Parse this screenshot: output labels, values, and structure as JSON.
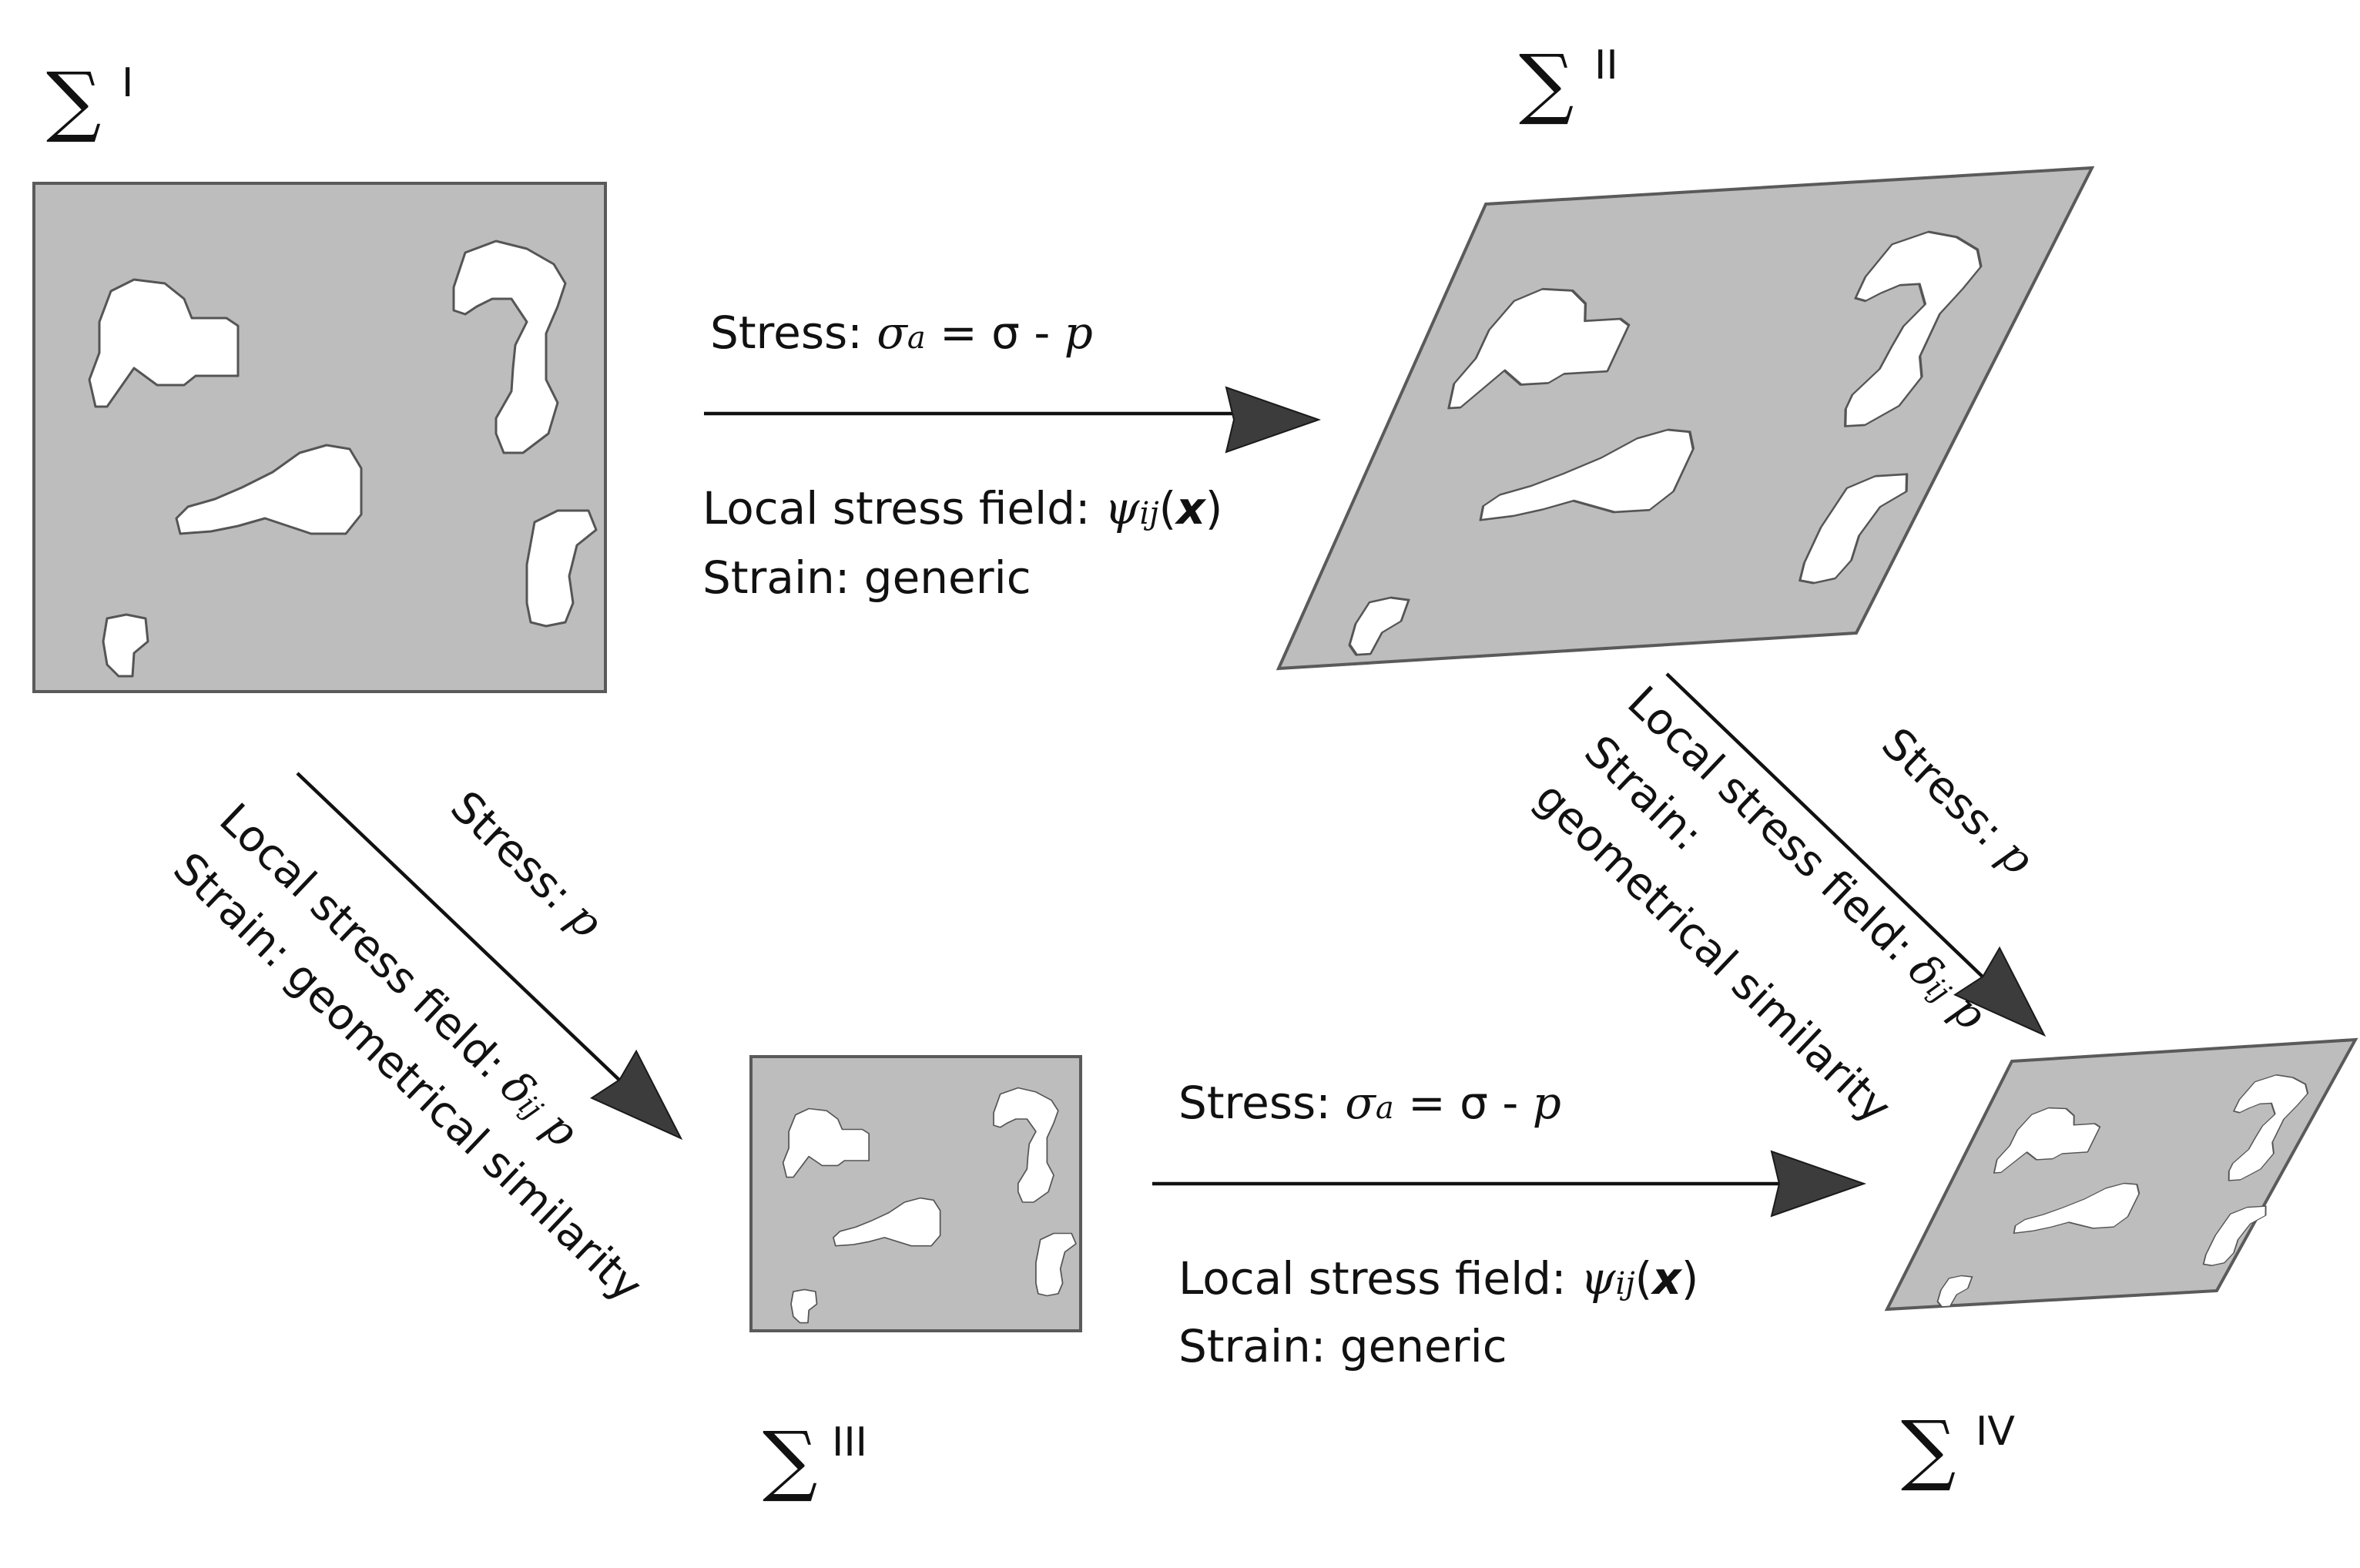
{
  "states": {
    "s1": {
      "symbol": "∑",
      "sup": "I"
    },
    "s2": {
      "symbol": "∑",
      "sup": "II"
    },
    "s3": {
      "symbol": "∑",
      "sup": "III"
    },
    "s4": {
      "symbol": "∑",
      "sup": "IV"
    }
  },
  "transitions": {
    "top": {
      "stress_prefix": "Stress: ",
      "sigma": "σ",
      "sigma_sub": "a",
      "stress_rhs": " = σ - ",
      "p": "p",
      "field_prefix": "Local stress field: ",
      "psi": "ψ",
      "psi_sub": "ij",
      "x_open": "(",
      "x": "x",
      "x_close": ")",
      "strain": "Strain: generic"
    },
    "bottom": {
      "stress_prefix": "Stress: ",
      "sigma": "σ",
      "sigma_sub": "a",
      "stress_rhs": " = σ - ",
      "p": "p",
      "field_prefix": "Local stress field: ",
      "psi": "ψ",
      "psi_sub": "ij",
      "x_open": "(",
      "x": "x",
      "x_close": ")",
      "strain": "Strain: generic"
    },
    "left_diag": {
      "stress_prefix": "Stress: ",
      "p": "p",
      "field_prefix": "Local stress field: ",
      "delta": "δ",
      "delta_sub": "ij",
      "p2": " p",
      "strain": "Strain: geometrical similarity"
    },
    "right_diag": {
      "stress_prefix": "Stress: ",
      "p": "p",
      "field_prefix": "Local stress field: ",
      "delta": "δ",
      "delta_sub": "ij",
      "p2": " p",
      "strain_line1": "Strain:",
      "strain_line2": "geometrical similarity"
    }
  },
  "colors": {
    "panel_fill": "#bdbdbd",
    "pore_fill": "#ffffff",
    "arrow_head": "#3c3c3c"
  }
}
